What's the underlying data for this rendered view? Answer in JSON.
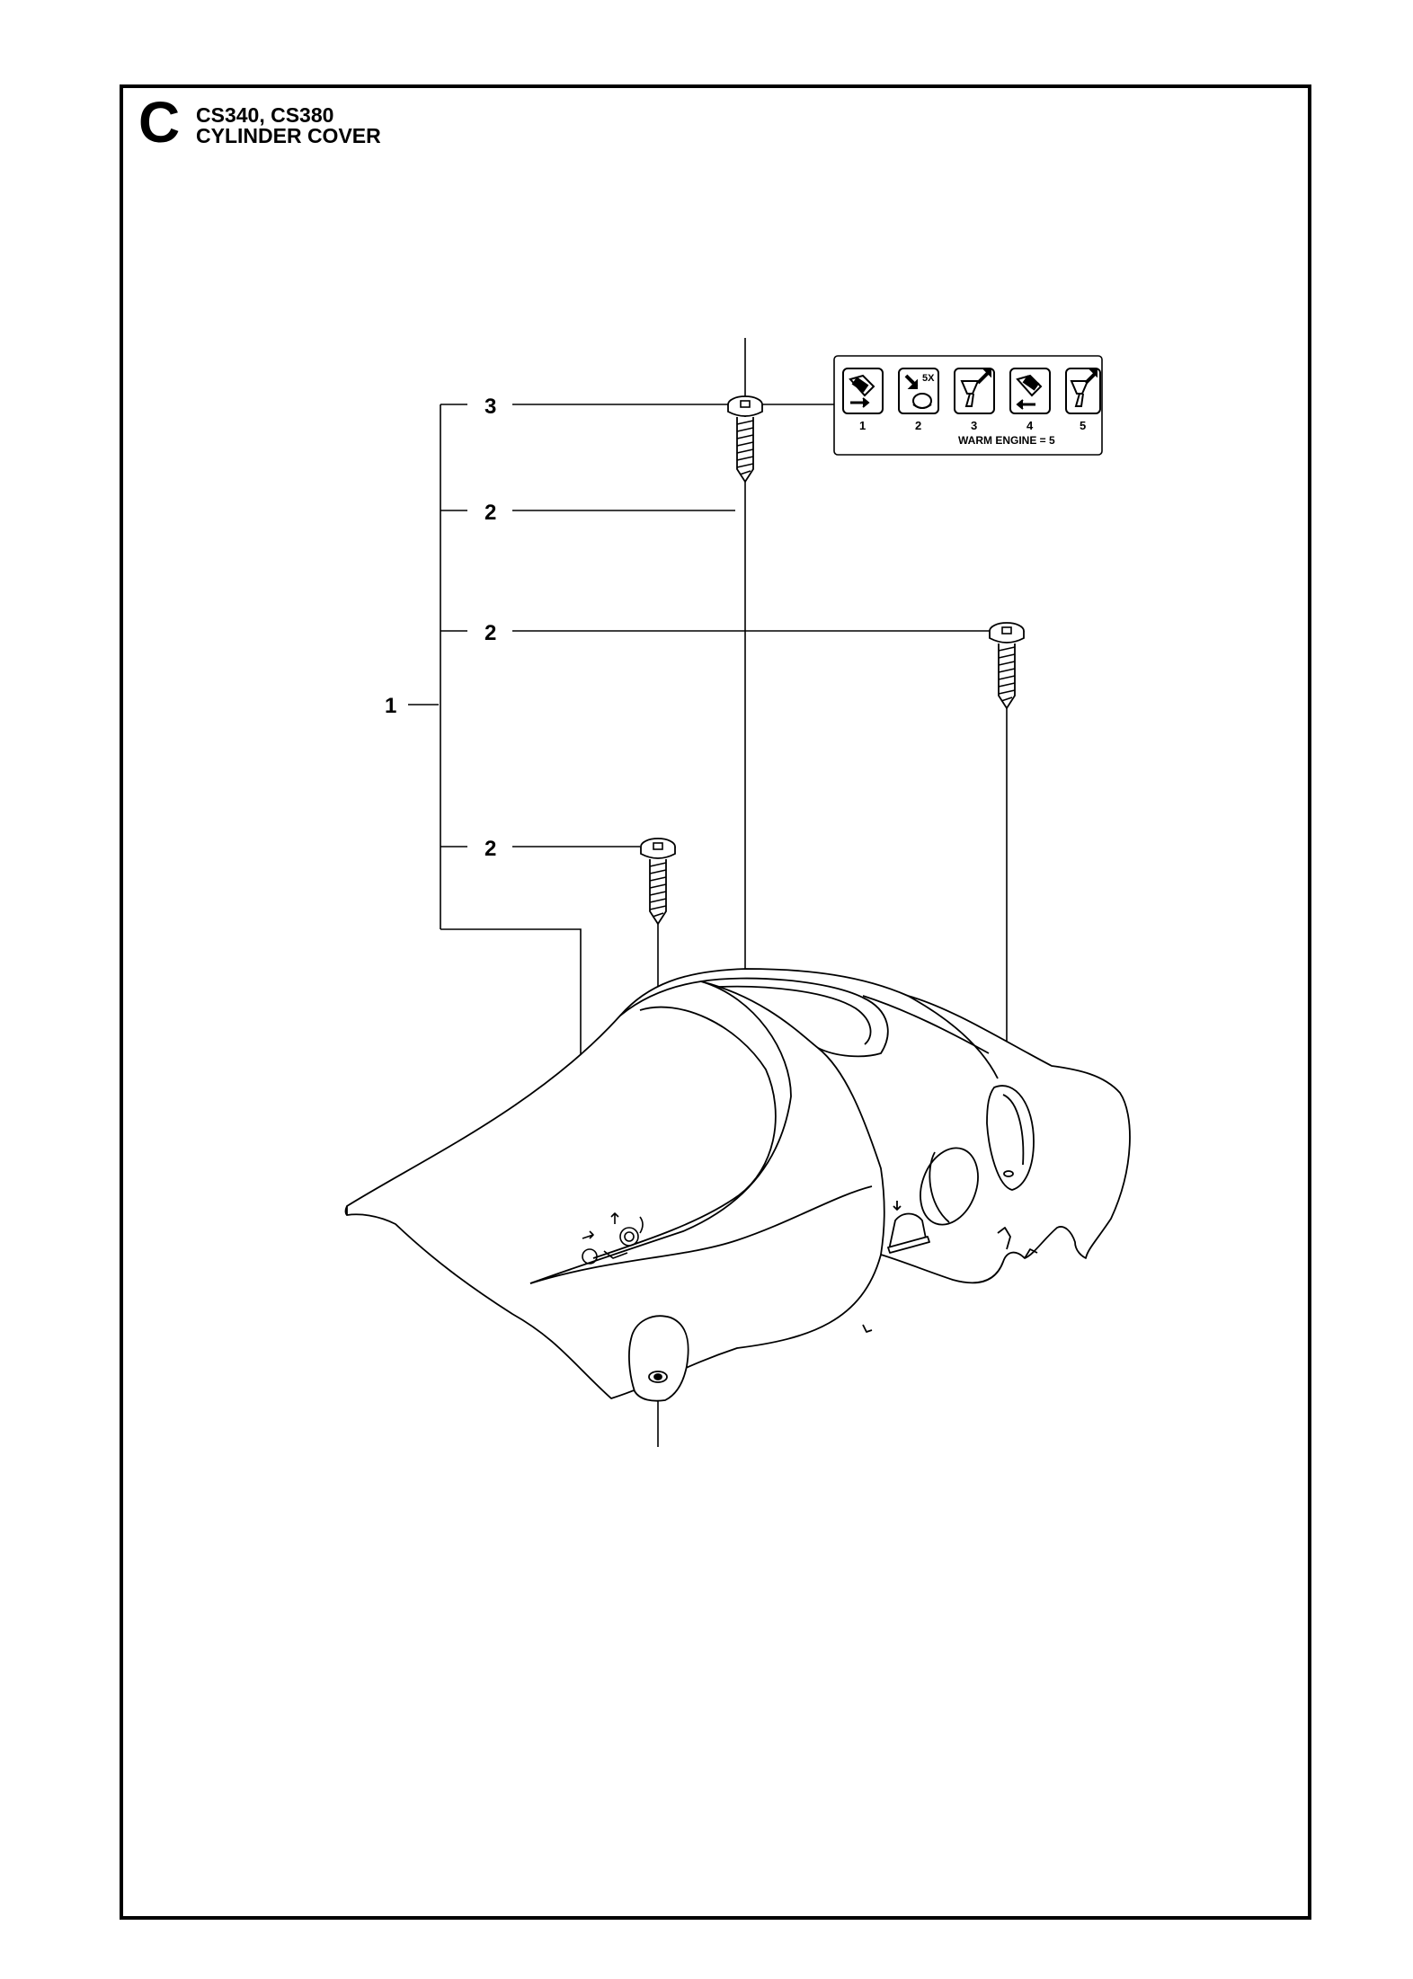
{
  "header": {
    "section_letter": "C",
    "models": "CS340, CS380",
    "title": "CYLINDER COVER"
  },
  "callouts": {
    "cover": "1",
    "screw_top": "2",
    "screw_right": "2",
    "screw_left": "2",
    "decal": "3"
  },
  "decal": {
    "steps": [
      "1",
      "2",
      "3",
      "4",
      "5"
    ],
    "primer_count": "5X",
    "warm_engine": "WARM ENGINE = 5"
  },
  "icons": {
    "decal_step_1": "choke-lever-icon",
    "decal_step_2": "primer-bulb-icon",
    "decal_step_3": "starter-handle-icon",
    "decal_step_4": "choke-lever-icon",
    "decal_step_5": "starter-handle-icon"
  }
}
